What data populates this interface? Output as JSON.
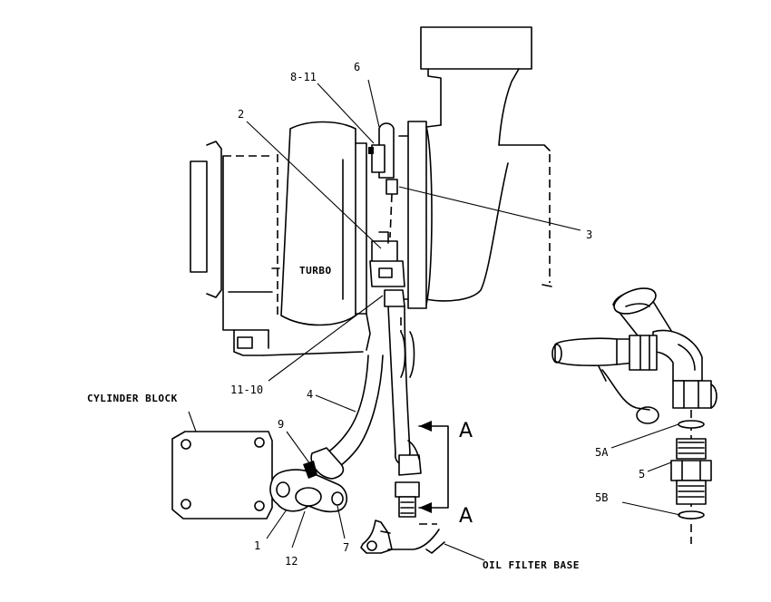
{
  "labels": {
    "turbo": "TURBO",
    "cylinder_block": "CYLINDER BLOCK",
    "oil_filter_base": "OIL FILTER BASE",
    "section_a_top": "A",
    "section_a_bottom": "A",
    "callout_8_11": "8-11",
    "callout_6": "6",
    "callout_2": "2",
    "callout_3": "3",
    "callout_11_10": "11-10",
    "callout_4": "4",
    "callout_9": "9",
    "callout_1": "1",
    "callout_12": "12",
    "callout_7": "7",
    "callout_5A": "5A",
    "callout_5": "5",
    "callout_5B": "5B"
  }
}
